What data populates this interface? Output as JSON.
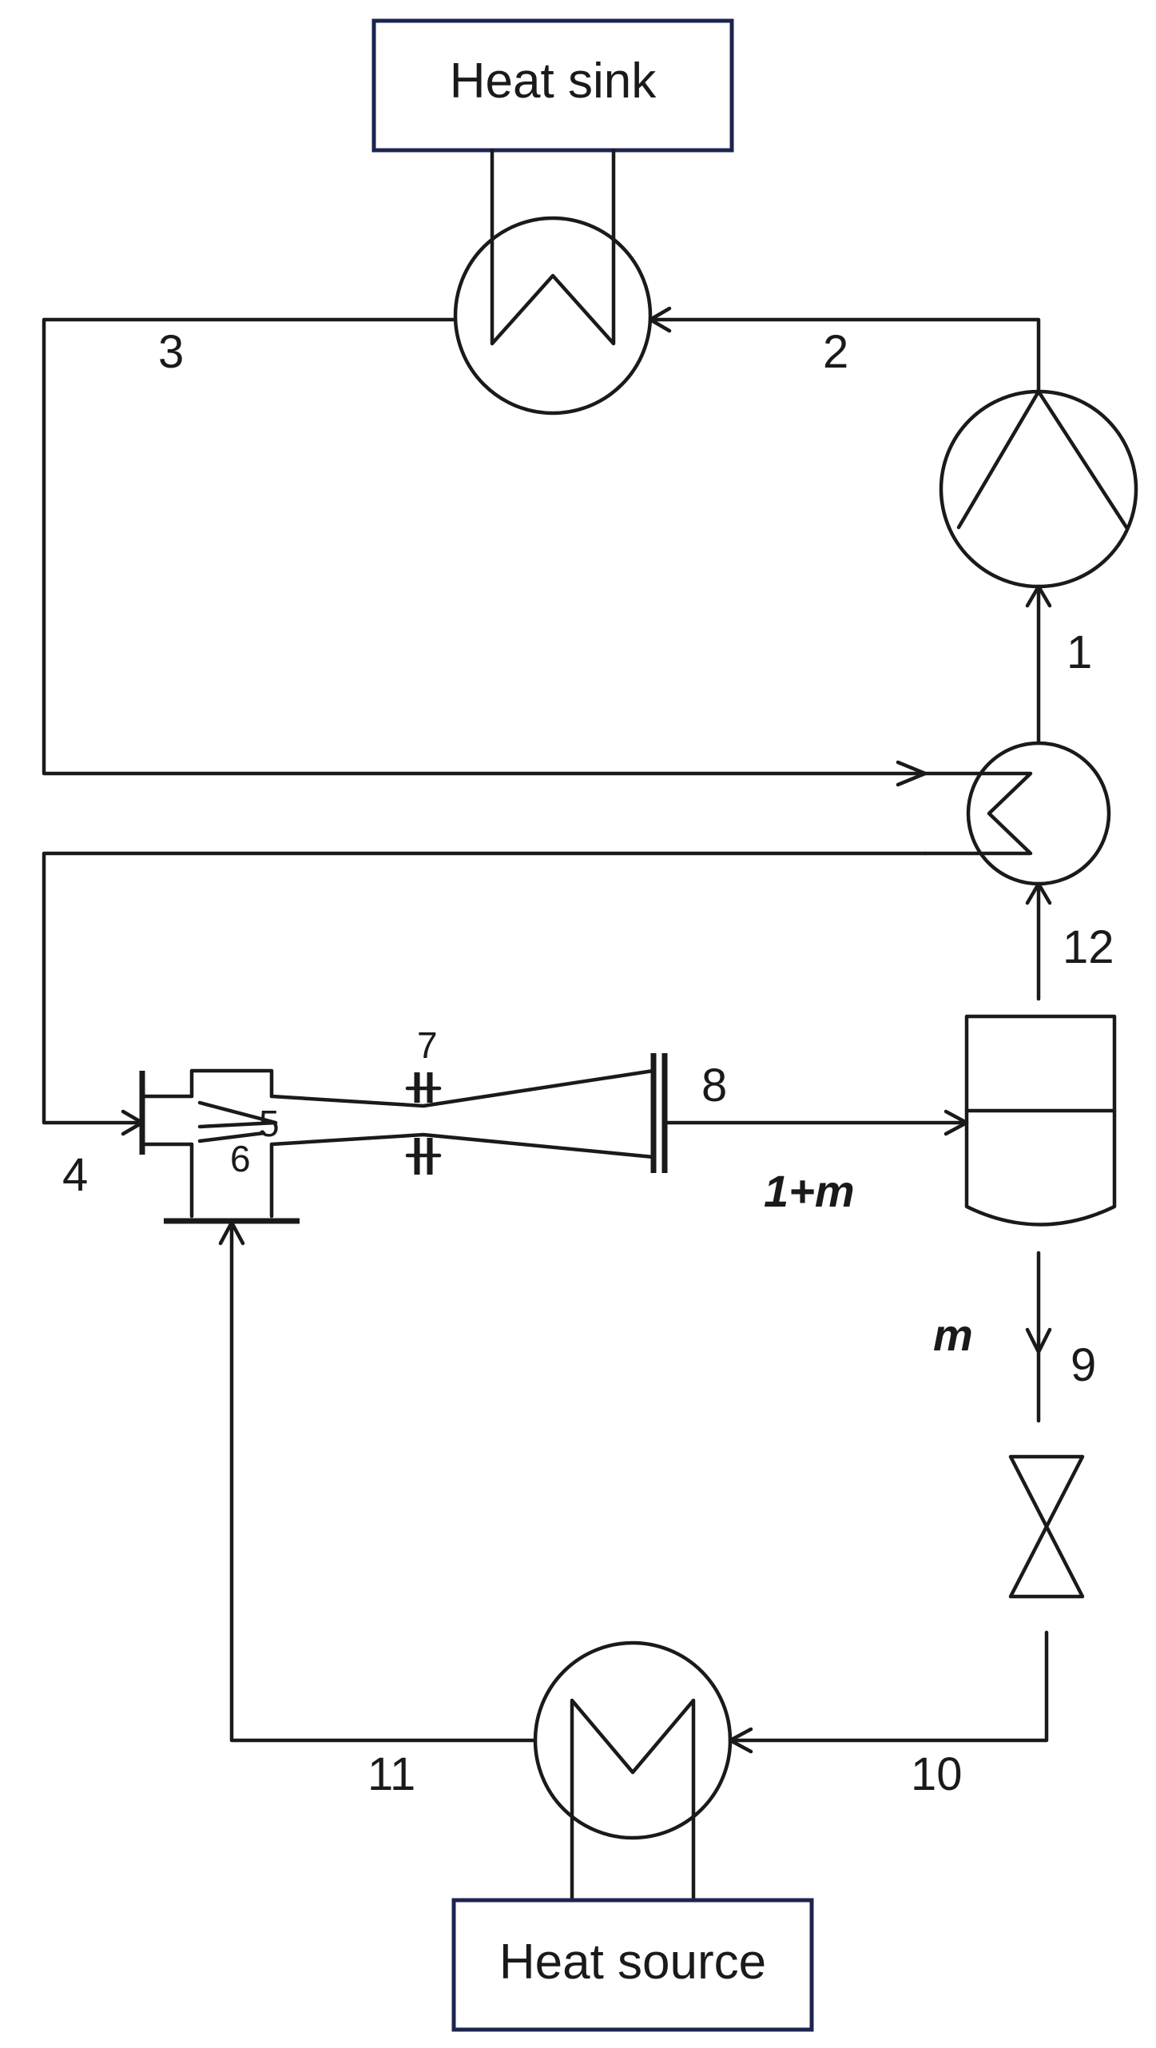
{
  "boxes": {
    "heat_sink": "Heat sink",
    "heat_source": "Heat source"
  },
  "state_points": {
    "p1": "1",
    "p2": "2",
    "p3": "3",
    "p4": "4",
    "p5": "5",
    "p6": "6",
    "p7": "7",
    "p8": "8",
    "p9": "9",
    "p10": "10",
    "p11": "11",
    "p12": "12"
  },
  "flows": {
    "combined": "1+m",
    "secondary": "m"
  },
  "colors": {
    "line": "#1a1a1a",
    "box_border": "#1c2450"
  }
}
